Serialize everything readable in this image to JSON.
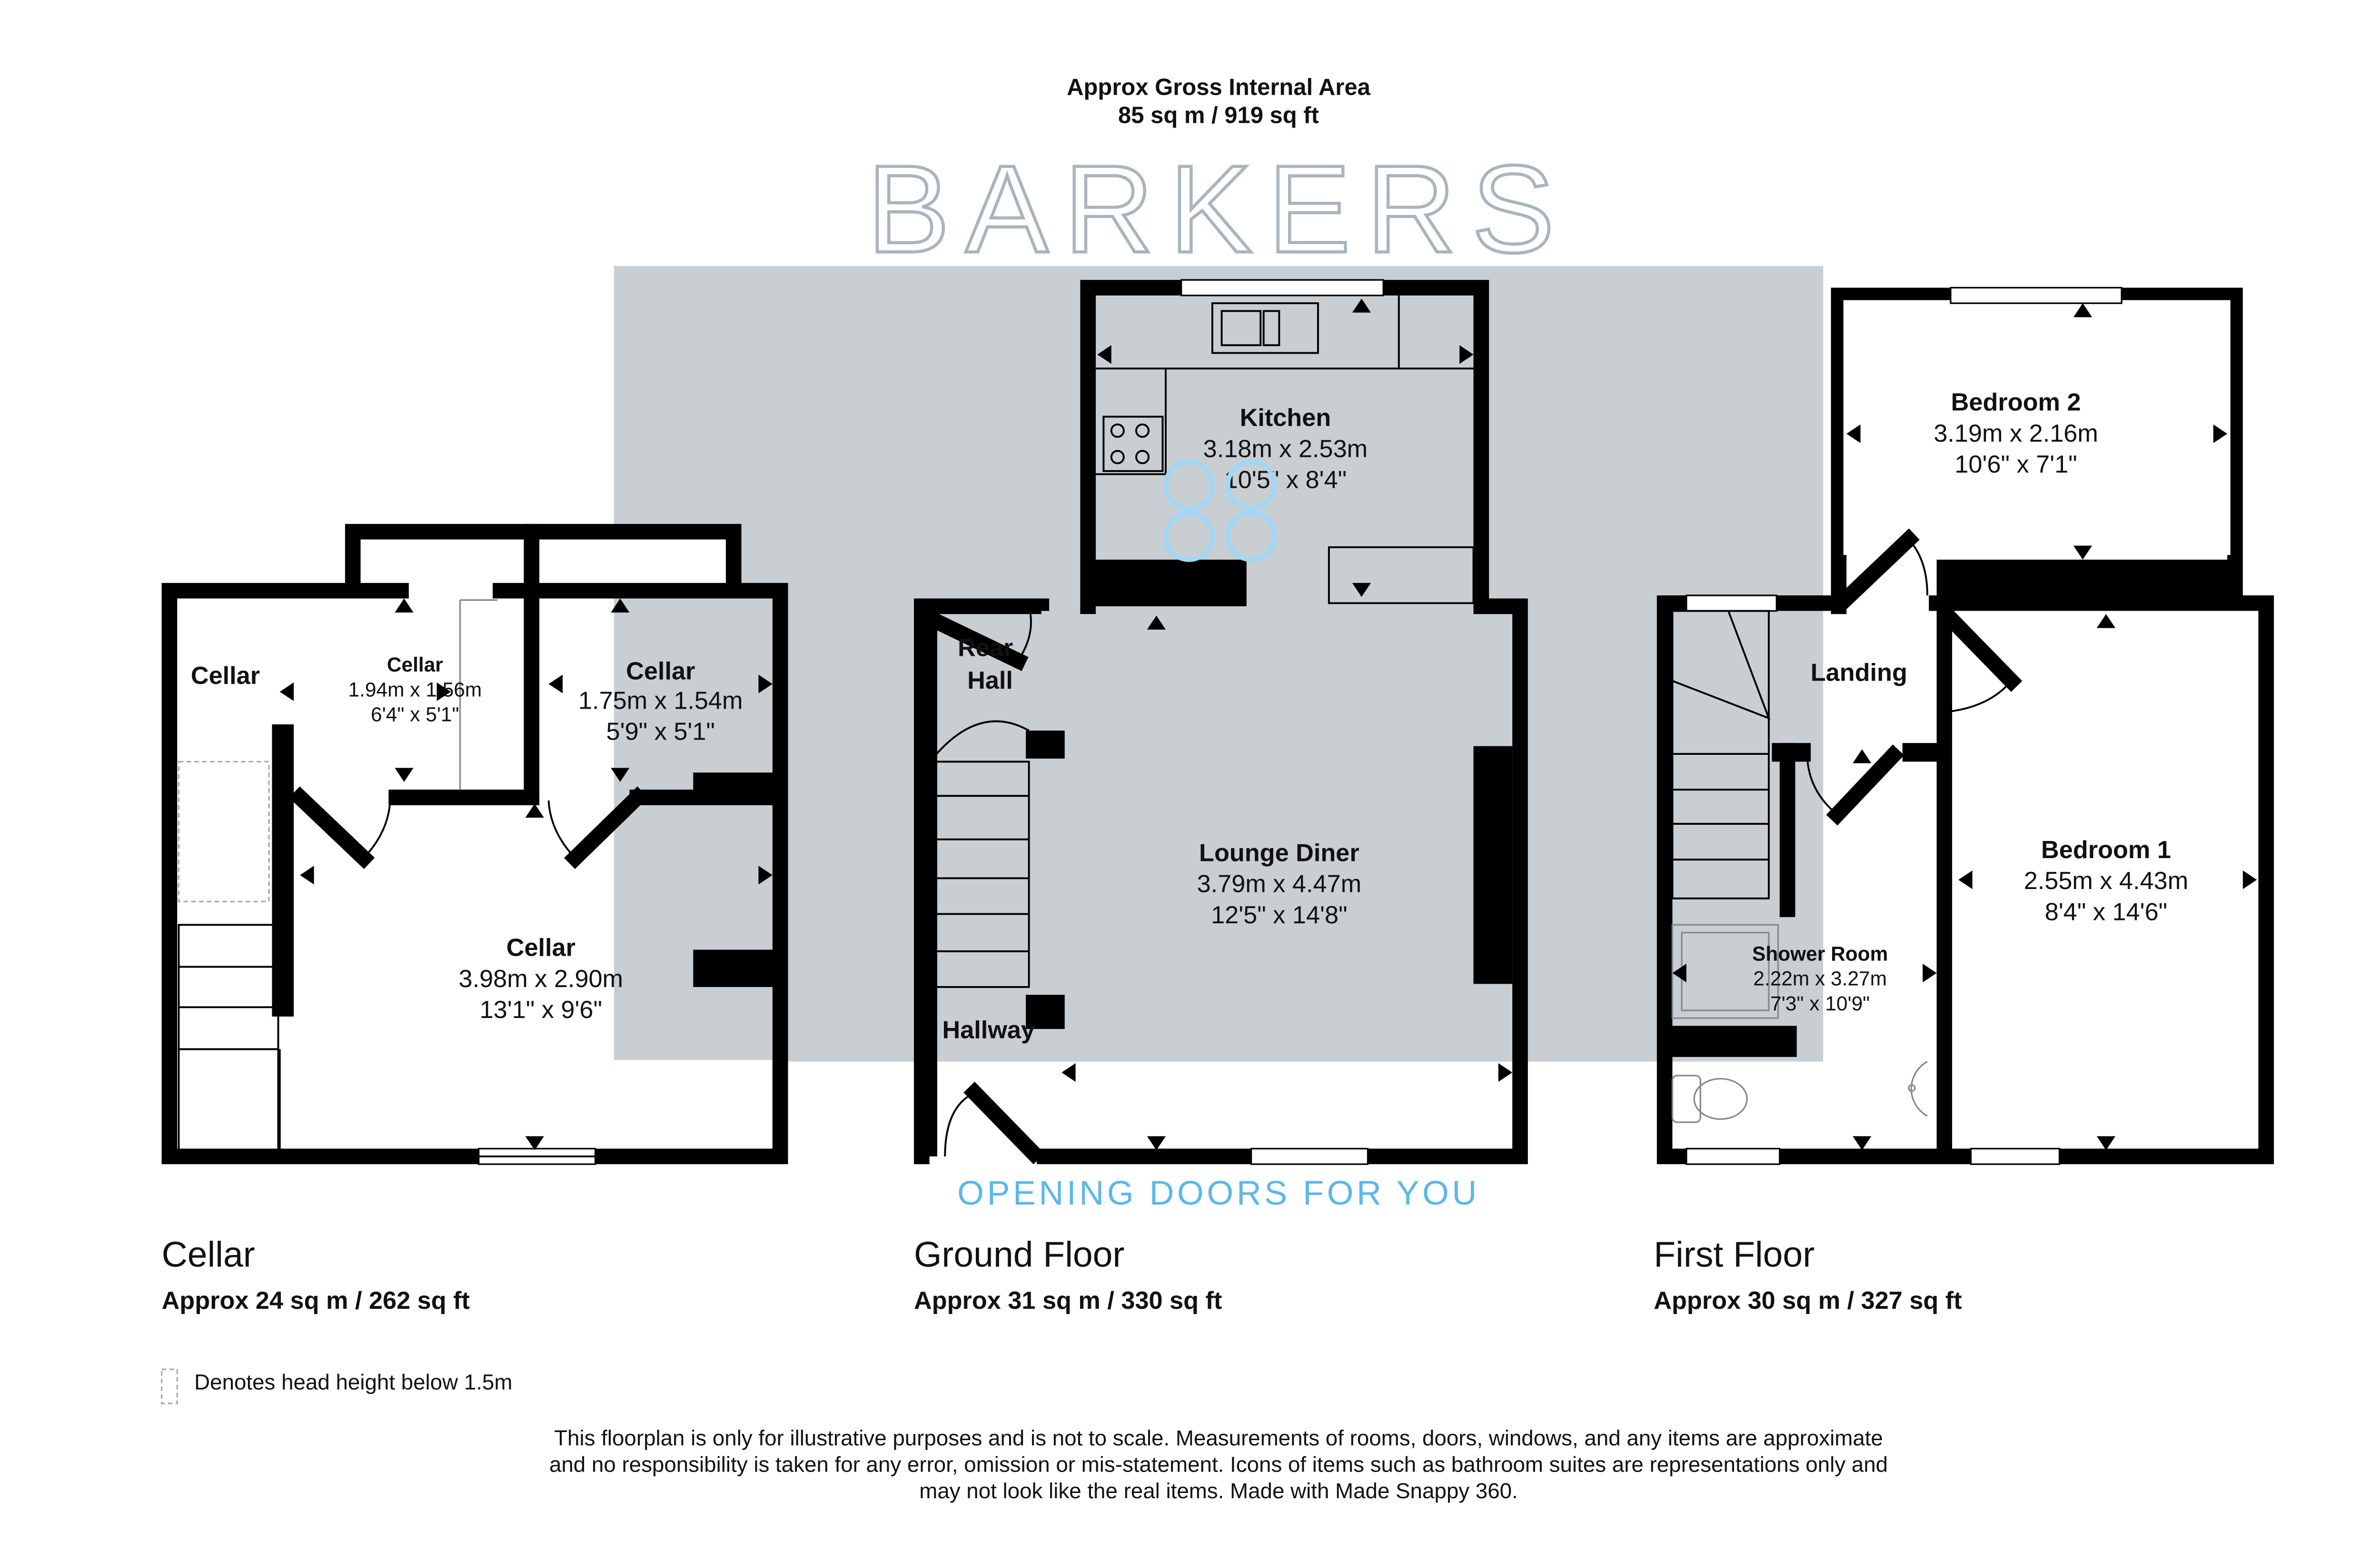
{
  "header": {
    "title": "Approx Gross Internal Area",
    "area": "85 sq m / 919 sq ft"
  },
  "watermark": {
    "brand": "BARKERS",
    "tagline": "OPENING DOORS FOR YOU"
  },
  "floors": [
    {
      "name": "Cellar",
      "area": "Approx 24 sq m / 262 sq ft",
      "rooms": [
        {
          "name": "Cellar"
        },
        {
          "name": "Cellar",
          "metric": "1.94m x 1.56m",
          "imperial": "6'4\" x 5'1\""
        },
        {
          "name": "Cellar",
          "metric": "1.75m x 1.54m",
          "imperial": "5'9\" x 5'1\""
        },
        {
          "name": "Cellar",
          "metric": "3.98m x 2.90m",
          "imperial": "13'1\" x 9'6\""
        }
      ]
    },
    {
      "name": "Ground Floor",
      "area": "Approx 31 sq m / 330 sq ft",
      "rooms": [
        {
          "name": "Kitchen",
          "metric": "3.18m x 2.53m",
          "imperial": "10'5\" x 8'4\""
        },
        {
          "name": "Lounge Diner",
          "metric": "3.79m x 4.47m",
          "imperial": "12'5\" x 14'8\""
        },
        {
          "name": "Rear",
          "name2": "Hall"
        },
        {
          "name": "Hallway"
        }
      ]
    },
    {
      "name": "First Floor",
      "area": "Approx 30 sq m / 327 sq ft",
      "rooms": [
        {
          "name": "Bedroom 2",
          "metric": "3.19m x 2.16m",
          "imperial": "10'6\" x 7'1\""
        },
        {
          "name": "Landing"
        },
        {
          "name": "Bedroom 1",
          "metric": "2.55m x 4.43m",
          "imperial": "8'4\" x 14'6\""
        },
        {
          "name": "Shower Room",
          "metric": "2.22m x 3.27m",
          "imperial": "7'3\" x 10'9\""
        }
      ]
    }
  ],
  "legend": {
    "text": "Denotes head height below 1.5m"
  },
  "disclaimer": [
    "This floorplan is only for illustrative purposes and is not to scale. Measurements of rooms, doors, windows, and any items are approximate",
    "and no responsibility is taken for any error, omission or mis-statement. Icons of items such as bathroom suites are representations only and",
    "may not look like the real items. Made with Made Snappy 360."
  ],
  "colors": {
    "watermark_bg": "#c9ced3",
    "walls": "#000000",
    "accent": "#5bb8e8"
  }
}
